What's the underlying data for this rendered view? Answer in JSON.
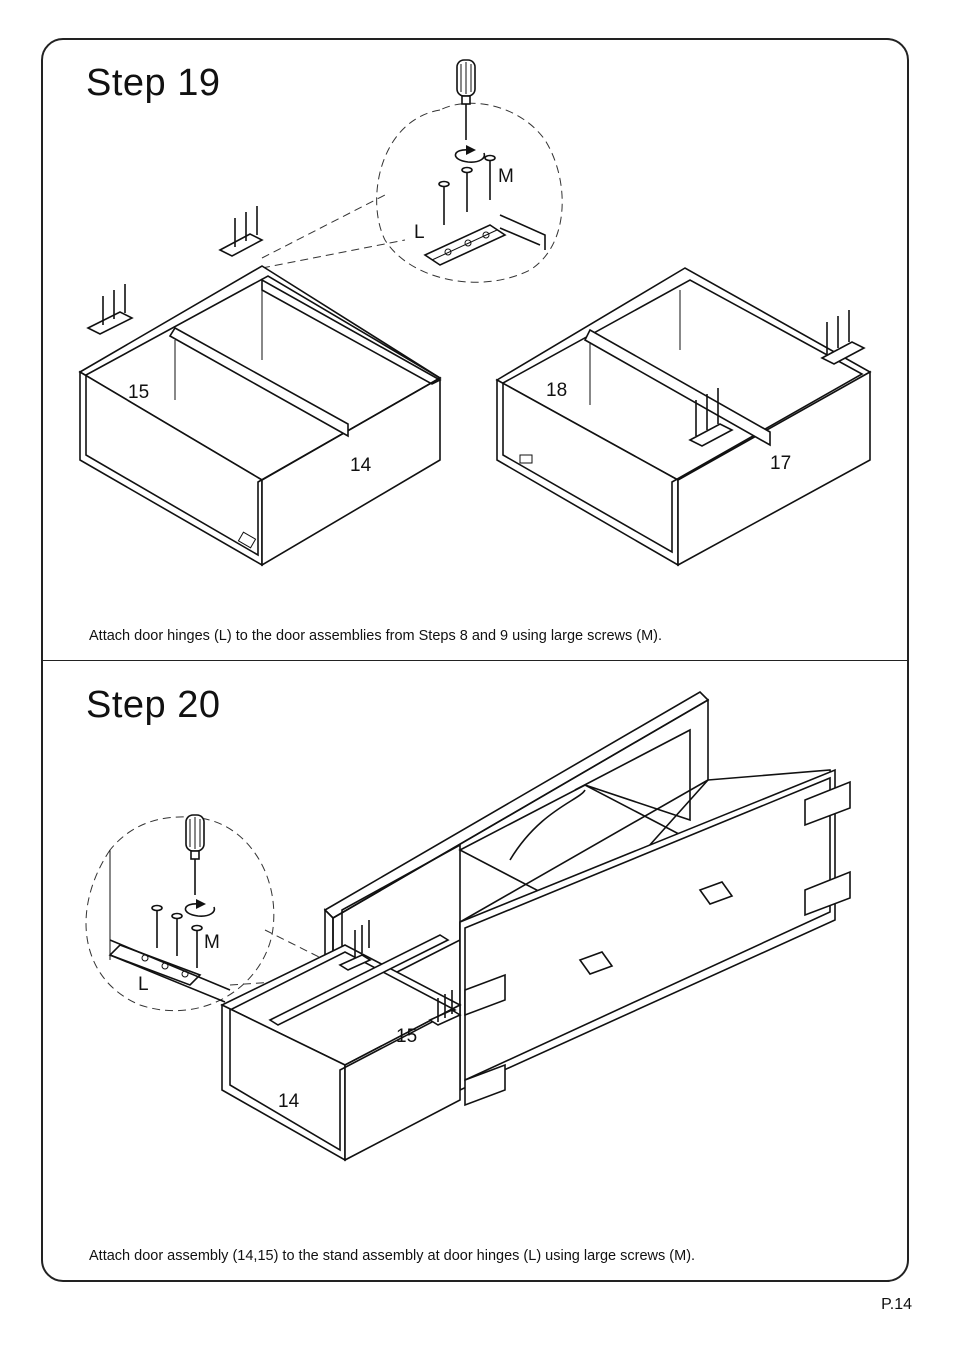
{
  "step19": {
    "title": "Step  19",
    "caption": "Attach door hinges (L) to the door assemblies from Steps 8 and 9 using large screws (M).",
    "labels": {
      "part_15": "15",
      "part_14": "14",
      "part_18": "18",
      "part_17": "17",
      "hinge": "L",
      "screw": "M"
    }
  },
  "step20": {
    "title": "Step  20",
    "caption": "Attach door assembly (14,15) to the stand assembly at door hinges (L) using large screws (M).",
    "labels": {
      "part_15": "15",
      "part_14": "14",
      "hinge": "L",
      "screw": "M"
    }
  },
  "page_number": "P.14",
  "icons": [
    "screwdriver-icon",
    "rotate-arrow-icon",
    "screw-icon",
    "hinge-icon"
  ]
}
